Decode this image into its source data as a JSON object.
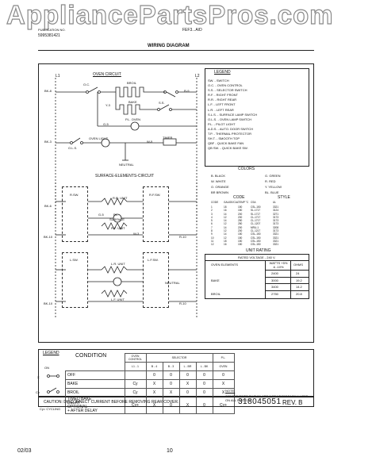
{
  "watermark": "AppliancePartsPros.com",
  "header": {
    "pub_no_label": "PUBLICATION NO.",
    "pub_no_value": "5995381421",
    "model_label": "FEF3...A/D",
    "title": "WIRING DIAGRAM"
  },
  "oven_circuit": {
    "title": "OVEN CIRCUIT",
    "l1": "L1",
    "l2": "L2",
    "labels": {
      "oc": "O.C.",
      "broil": "BROIL",
      "bake": "BAKE",
      "ss": "S.S.",
      "y3": "Y-3",
      "g5": "G-5",
      "pl_oven": "P.L. OVEN",
      "bk8": "BK-8",
      "bk3": "BK-3",
      "r9": "R-9",
      "oven_light": "OVEN LIGHT",
      "ols": "O.L.S.",
      "timer": "TIMER",
      "neutral": "NEUTRAL",
      "w5": "W-5"
    }
  },
  "surface_circuit": {
    "title": "SURFACE-ELEMENTS-CIRCUIT",
    "labels": {
      "rsw": "R.SW.",
      "rr_unit": "R.R. UNIT",
      "rfsw": "R.F.SW.",
      "pl": "P.L.",
      "surface": "SURFACE",
      "rf_unit": "R.F. UNIT",
      "lsw": "L.SW.",
      "lr_unit": "L.R. UNIT",
      "lfsw": "L.F.SW.",
      "lf_unit": "L.F. UNIT",
      "bk6": "BK-6",
      "bk10": "BK-10",
      "r10": "R-10",
      "g5": "G-5",
      "w3": "W-3",
      "neutral": "NEUTRAL"
    }
  },
  "legend": {
    "title": "LEGEND",
    "items": [
      "SW. - SWITCH",
      "O.C. - OVEN CONTROL",
      "S.S. - SELECTOR SWITCH",
      "R.F. - RIGHT FRONT",
      "R.R. - RIGHT REAR",
      "L.F. - LEFT FRONT",
      "L.R. - LEFT REAR",
      "S.L.S. - SURFACE LAMP SWITCH",
      "O.L.S. - OVEN LAMP SWITCH",
      "P.L. - PILOT LIGHT",
      "A.D.S. - AUTO. DOOR SWITCH",
      "T.P. - THERMAL PROTECTOR",
      "SH.T. - SMOOTH TOP",
      "QBF - QUICK BAKE FAN",
      "QB SW. - QUICK BAKE SW."
    ]
  },
  "colors": {
    "title": "COLORS",
    "items": [
      "B. BLACK",
      "G. GREEN",
      "W. WHITE",
      "R. RED",
      "O. ORANGE",
      "Y. YELLOW",
      "BR BROWN",
      "BL. BLUE"
    ]
  },
  "code_style": {
    "code_title": "CODE",
    "style_title": "STYLE",
    "columns": [
      "CODE",
      "GAUGE/CAL",
      "TEMP °C",
      "CSA",
      "UL"
    ],
    "rows": [
      [
        "1",
        "18",
        "150",
        "CSL-150",
        "3321"
      ],
      [
        "2",
        "16",
        "150",
        "SL-1717",
        "3124"
      ],
      [
        "3",
        "14",
        "200",
        "SL-1717",
        "3271"
      ],
      [
        "4",
        "12",
        "200",
        "CL-1717",
        "3173"
      ],
      [
        "5",
        "14",
        "250",
        "CL-1717",
        "3173"
      ],
      [
        "6",
        "12",
        "250",
        "CL-1207",
        "3173"
      ],
      [
        "7",
        "14",
        "200",
        "MRU-1",
        "3208"
      ],
      [
        "8",
        "12",
        "200",
        "CL-1217",
        "3173"
      ],
      [
        "9",
        "14",
        "150",
        "CSL-150",
        "3321"
      ],
      [
        "10",
        "12",
        "150",
        "CSL-150",
        "3321"
      ],
      [
        "11",
        "18",
        "150",
        "CSL-150",
        "3321"
      ],
      [
        "12",
        "16",
        "150",
        "CSL-150",
        "3321"
      ]
    ]
  },
  "unit_rating": {
    "title": "UNIT RATING",
    "rated_voltage": "RATED VOLTAGE - 240 V.",
    "col_elements": "OVEN ELEMENTS",
    "col_watts": "WATTS +5% & -10%",
    "col_ohms": "OHMS",
    "rows": [
      {
        "name": "",
        "watts": "2400",
        "ohms": "24"
      },
      {
        "name": "BAKE",
        "watts": "3000",
        "ohms": "19.2"
      },
      {
        "name": "",
        "watts": "3400",
        "ohms": "14.2"
      },
      {
        "name": "BROIL",
        "watts": "2750",
        "ohms": "20.8"
      }
    ]
  },
  "condition_table": {
    "legend_title": "LEGEND",
    "condition_title": "CONDITION",
    "oven_control": "OVEN CONTROL",
    "selector": "SELECTOR",
    "pl": "P.L.",
    "subheads": [
      "L1 - 1",
      "B - 4",
      "B - 3",
      "L - BR",
      "L - BK",
      "OVEN"
    ],
    "sym_on": "ON",
    "sym_x": "X",
    "sym_cy": "Cy",
    "sym_cycling": "Cy= CYCLING",
    "rows": [
      {
        "cond": "OFF",
        "vals": [
          "",
          "0",
          "0",
          "0",
          "0",
          "0"
        ]
      },
      {
        "cond": "BAKE",
        "vals": [
          "Cy",
          "X",
          "0",
          "X",
          "0",
          "X"
        ]
      },
      {
        "cond": "BROIL",
        "vals": [
          "Cy",
          "X",
          "X",
          "0",
          "0",
          "X"
        ]
      }
    ],
    "timed_bake": "TIMED BAKE",
    "delay": "DELAY",
    "optional": "OPTIONAL",
    "after_delay": "+ AFTER DELAY",
    "timed_vals": [
      "Cy+",
      "X",
      "0",
      "X",
      "0",
      "Cy+"
    ]
  },
  "note": {
    "title": "NOTE:",
    "text": "COMPONENTS SHOWN ARE NOT NECESSARILY USED ON ALL MODELS."
  },
  "caution": "CAUTION: DISCONNECT CURRENT BEFORE REMOVING REAR COVER.",
  "part_number": "318045051",
  "revision": "REV. B",
  "footer": {
    "date": "02/03",
    "page": "10"
  }
}
